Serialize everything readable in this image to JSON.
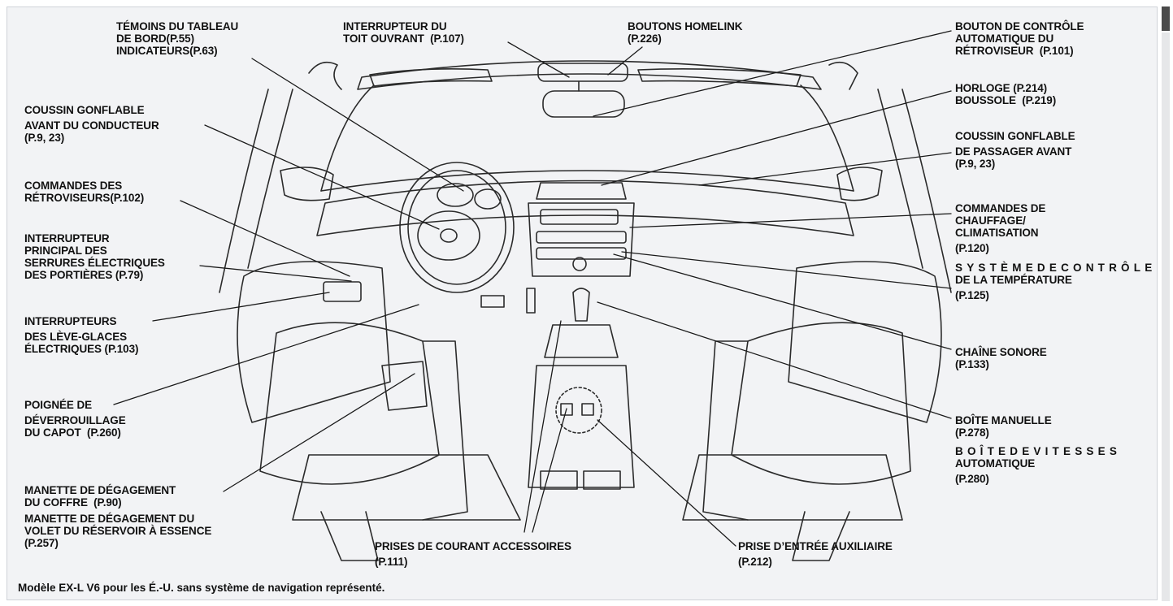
{
  "labels": {
    "instrument_panel": [
      "TÉMOINS DU TABLEAU",
      "DE BORD(P.55)",
      "INDICATEURS(P.63)"
    ],
    "moonroof_switch": [
      "INTERRUPTEUR DU",
      "TOIT OUVRANT  (P.107)"
    ],
    "homelink": [
      "BOUTONS HOMELINK",
      "(P.226)"
    ],
    "auto_dimming_mirror": [
      "BOUTON DE CONTRÔLE",
      "AUTOMATIQUE DU",
      "RÉTROVISEUR  (P.101)"
    ],
    "clock_compass": [
      "HORLOGE (P.214)",
      "BOUSSOLE  (P.219)"
    ],
    "driver_airbag": [
      "COUSSIN GONFLABLE",
      "AVANT DU CONDUCTEUR",
      "(P.9, 23)"
    ],
    "passenger_airbag": [
      "COUSSIN GONFLABLE",
      "DE PASSAGER AVANT",
      "(P.9, 23)"
    ],
    "mirror_controls": [
      "COMMANDES DES",
      "RÉTROVISEURS(P.102)"
    ],
    "heating_cooling": [
      "COMMANDES DE",
      "CHAUFFAGE/",
      "CLIMATISATION",
      "(P.120)"
    ],
    "climate_control": [
      "SYSTÈMEDECONTRÔLE",
      "DE LA TEMPÉRATURE",
      "(P.125)"
    ],
    "door_lock_master": [
      "INTERRUPTEUR",
      "PRINCIPAL DES",
      "SERRURES ÉLECTRIQUES",
      "DES PORTIÈRES (P.79)"
    ],
    "power_windows": [
      "INTERRUPTEURS",
      "DES LÈVE-GLACES",
      "ÉLECTRIQUES (P.103)"
    ],
    "audio_system": [
      "CHAÎNE SONORE",
      "(P.133)"
    ],
    "hood_release": [
      "POIGNÉE DE",
      "DÉVERROUILLAGE",
      "DU CAPOT  (P.260)"
    ],
    "manual_transmission": [
      "BOÎTE MANUELLE",
      "(P.278)"
    ],
    "automatic_transmission": [
      "BOÎTEDEVITESSES",
      "AUTOMATIQUE",
      "(P.280)"
    ],
    "trunk_release": [
      "MANETTE DE DÉGAGEMENT",
      "DU COFFRE  (P.90)"
    ],
    "fuel_door_release": [
      "MANETTE DE DÉGAGEMENT DU",
      "VOLET DU RÉSERVOIR À ESSENCE",
      "(P.257)"
    ],
    "accessory_sockets": [
      "PRISES DE COURANT ACCESSOIRES",
      "(P.111)"
    ],
    "aux_jack": [
      "PRISE D’ENTRÉE AUXILIAIRE",
      "(P.212)"
    ]
  },
  "caption": "Modèle EX-L V6 pour les É.-U. sans système de navigation représenté.",
  "colors": {
    "panel_bg": "#f2f3f5",
    "line": "#2b2b2b",
    "text": "#111111"
  }
}
